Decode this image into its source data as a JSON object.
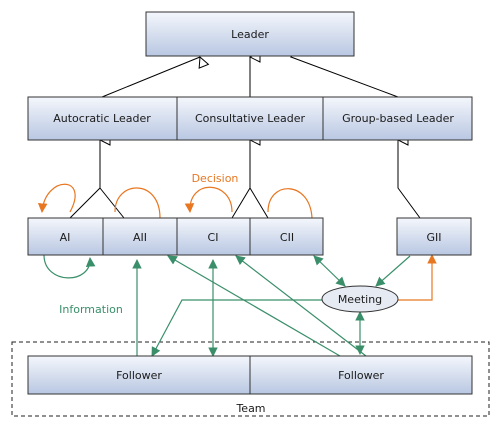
{
  "nodes": {
    "leader": "Leader",
    "autocratic": "Autocratic Leader",
    "consultative": "Consultative Leader",
    "group_based": "Group-based Leader",
    "ai": "AI",
    "aii": "AII",
    "ci": "CI",
    "cii": "CII",
    "gii": "GII",
    "meeting": "Meeting",
    "follower_left": "Follower",
    "follower_right": "Follower"
  },
  "labels": {
    "decision": "Decision",
    "information": "Information",
    "team": "Team"
  },
  "colors": {
    "decision": "#e87722",
    "information": "#3a8f6a",
    "inheritance": "#000000",
    "box_top": "#f4f7fc",
    "box_bottom": "#b9c7e2",
    "meeting_fill": "#e6eaf3"
  }
}
